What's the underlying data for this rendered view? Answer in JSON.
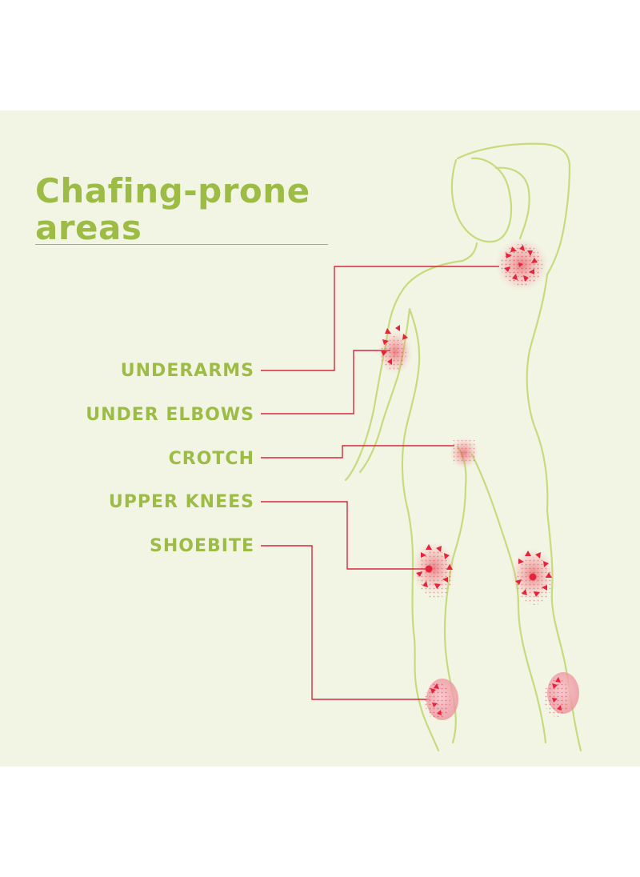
{
  "title": "Chafing-prone areas",
  "labels": {
    "underarms": "UNDERARMS",
    "under_elbows": "UNDER ELBOWS",
    "crotch": "CROTCH",
    "upper_knees": "UPPER KNEES",
    "shoebite": "SHOEBITE"
  },
  "colors": {
    "background": "#f2f5e4",
    "accent_green": "#9dbc46",
    "outline_green": "#c6db7e",
    "leader_red": "#d8283c",
    "irritation_red": "#e5243b"
  }
}
